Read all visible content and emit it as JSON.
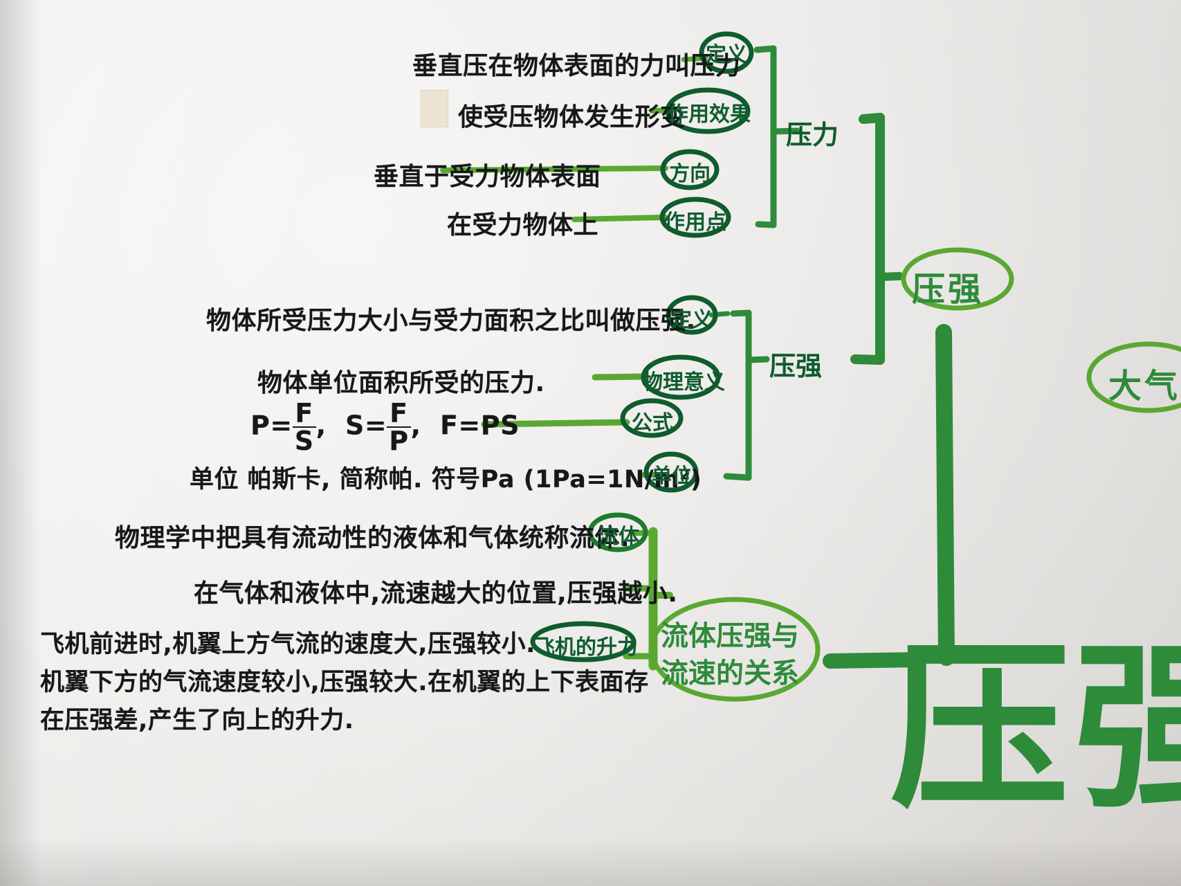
{
  "meta": {
    "doc_type": "handwritten-mind-map",
    "subject_title": "压强",
    "ink_black": "#16181a",
    "ink_dark_green": "#0f5c2e",
    "ink_light_green": "#5aa832",
    "ink_mid_green": "#2e8b3a",
    "paper_color": "#f1efed"
  },
  "branches": {
    "pressure_force": {
      "node_label": "压力",
      "rows": [
        {
          "text": "垂直压在物体表面的力叫压力",
          "label": "定义"
        },
        {
          "text": "使受压物体发生形变",
          "label": "作用效果"
        },
        {
          "text": "垂直于受力物体表面",
          "label": "方向"
        },
        {
          "text": "在受力物体上",
          "label": "作用点"
        }
      ]
    },
    "pressure": {
      "node_label": "压强",
      "rows": [
        {
          "text": "物体所受压力大小与受力面积之比叫做压强.",
          "label": "定义"
        },
        {
          "text": "物体单位面积所受的压力.",
          "label": "物理意义"
        },
        {
          "text": "P=F/S , S=F/P , F=PS",
          "label": "公式",
          "formula": {
            "p_eq": "P=",
            "p_num": "F",
            "p_den": "S",
            "sep1": ",",
            "s_eq": "S=",
            "s_num": "F",
            "s_den": "P",
            "sep2": ",",
            "f_eq": "F=PS"
          }
        },
        {
          "text": "单位 帕斯卡, 简称帕. 符号Pa (1Pa=1N/m²)",
          "label": "单位"
        }
      ]
    },
    "fluid": {
      "node_label_line1": "流体压强与",
      "node_label_line2": "流速的关系",
      "rows": [
        {
          "text": "物理学中把具有流动性的液体和气体统称流体.",
          "label": "流体"
        },
        {
          "text": "在气体和液体中,流速越大的位置,压强越小.",
          "label": ""
        }
      ],
      "paragraph": {
        "lines": [
          "飞机前进时,机翼上方气流的速度大,压强较小.",
          "机翼下方的气流速度较小,压强较大.在机翼的上下表面存",
          "在压强差,产生了向上的升力."
        ],
        "label": "飞机的升力"
      }
    }
  },
  "top_nodes": {
    "pressure_main": "压强",
    "atmosphere_partial": "大气"
  },
  "big_title": {
    "char1": "压",
    "char2": "强"
  }
}
